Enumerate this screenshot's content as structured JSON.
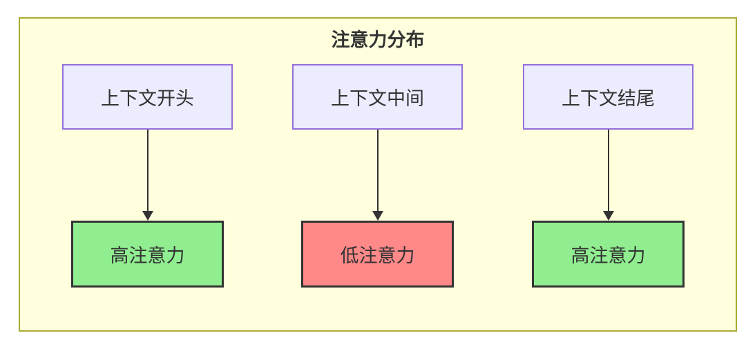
{
  "diagram": {
    "title": "注意力分布",
    "columns": [
      {
        "source": "上下文开头",
        "target": "高注意力",
        "level": "high"
      },
      {
        "source": "上下文中间",
        "target": "低注意力",
        "level": "low"
      },
      {
        "source": "上下文结尾",
        "target": "高注意力",
        "level": "high"
      }
    ],
    "colors": {
      "canvas_background": "#ffffff",
      "container_fill": "#ffffde",
      "container_border": "#aaaa33",
      "source_node_fill": "#ececff",
      "source_node_border": "#9370db",
      "high_attention_fill": "#90ee90",
      "low_attention_fill": "#ff8888",
      "target_node_border": "#333333",
      "arrow_color": "#333333",
      "text_color": "#333333"
    }
  }
}
